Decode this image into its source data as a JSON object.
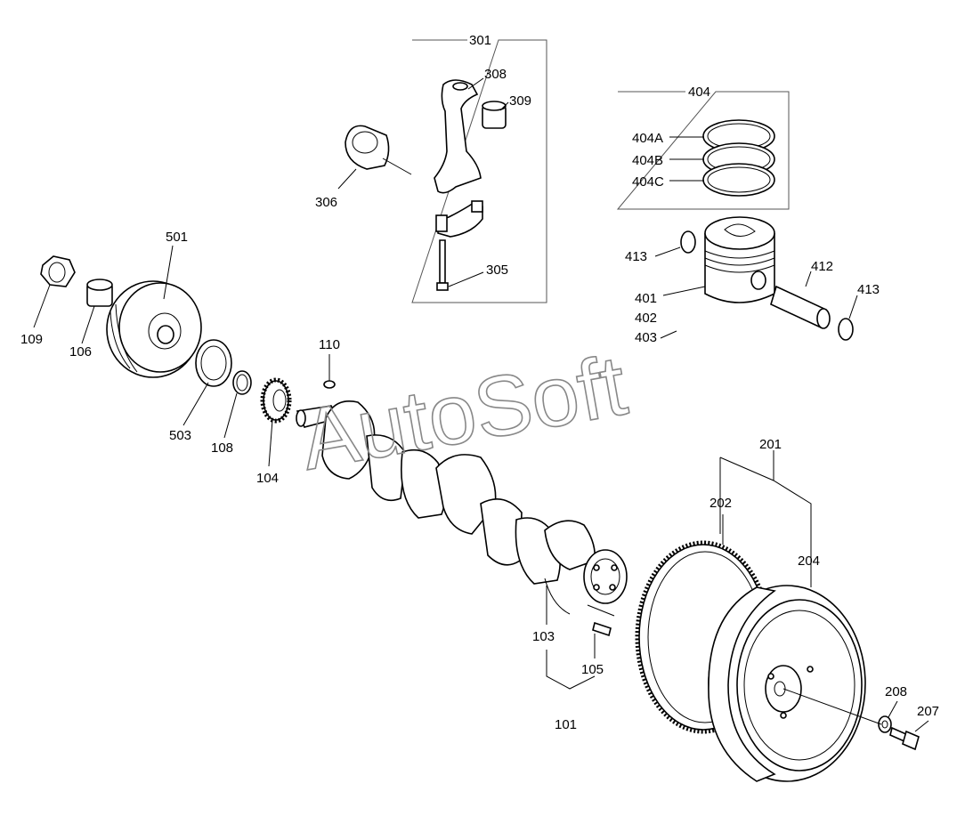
{
  "watermark": "AutoSoft",
  "labels": {
    "l301": "301",
    "l308": "308",
    "l309": "309",
    "l306": "306",
    "l305": "305",
    "l404": "404",
    "l404A": "404A",
    "l404B": "404B",
    "l404C": "404C",
    "l413a": "413",
    "l412": "412",
    "l413b": "413",
    "l401": "401",
    "l402": "402",
    "l403": "403",
    "l501": "501",
    "l109": "109",
    "l106": "106",
    "l110": "110",
    "l503": "503",
    "l108": "108",
    "l104": "104",
    "l201": "201",
    "l202": "202",
    "l204": "204",
    "l103": "103",
    "l105": "105",
    "l101": "101",
    "l208": "208",
    "l207": "207"
  }
}
